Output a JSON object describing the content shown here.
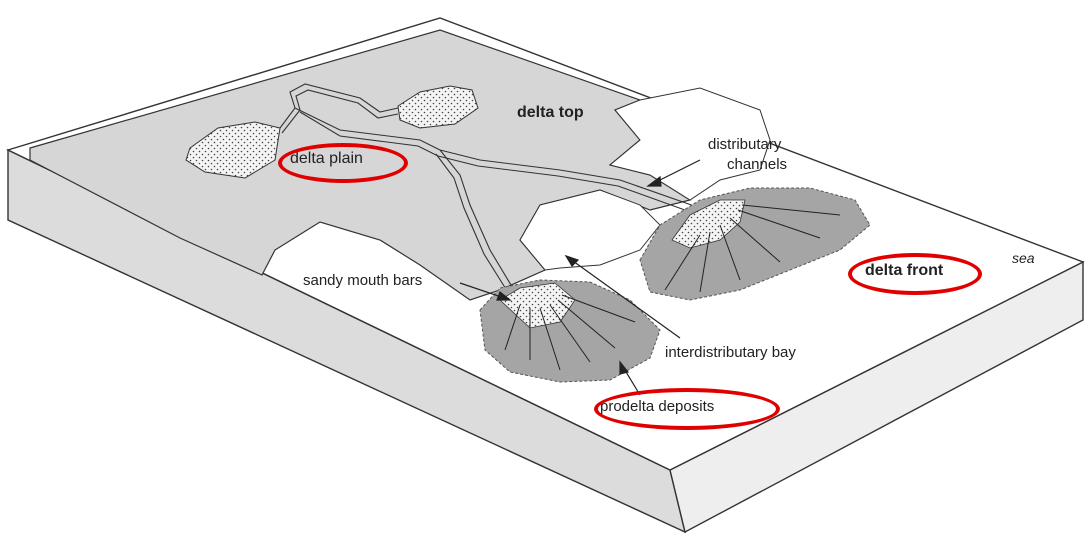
{
  "labels": {
    "delta_top": "delta top",
    "delta_plain": "delta plain",
    "distributary_channels_1": "distributary",
    "distributary_channels_2": "channels",
    "sea": "sea",
    "delta_front": "delta front",
    "sandy_mouth_bars": "sandy mouth bars",
    "interdistributary_bay": "interdistributary bay",
    "prodelta_deposits": "prodelta deposits"
  },
  "highlight_color": "#e00000"
}
